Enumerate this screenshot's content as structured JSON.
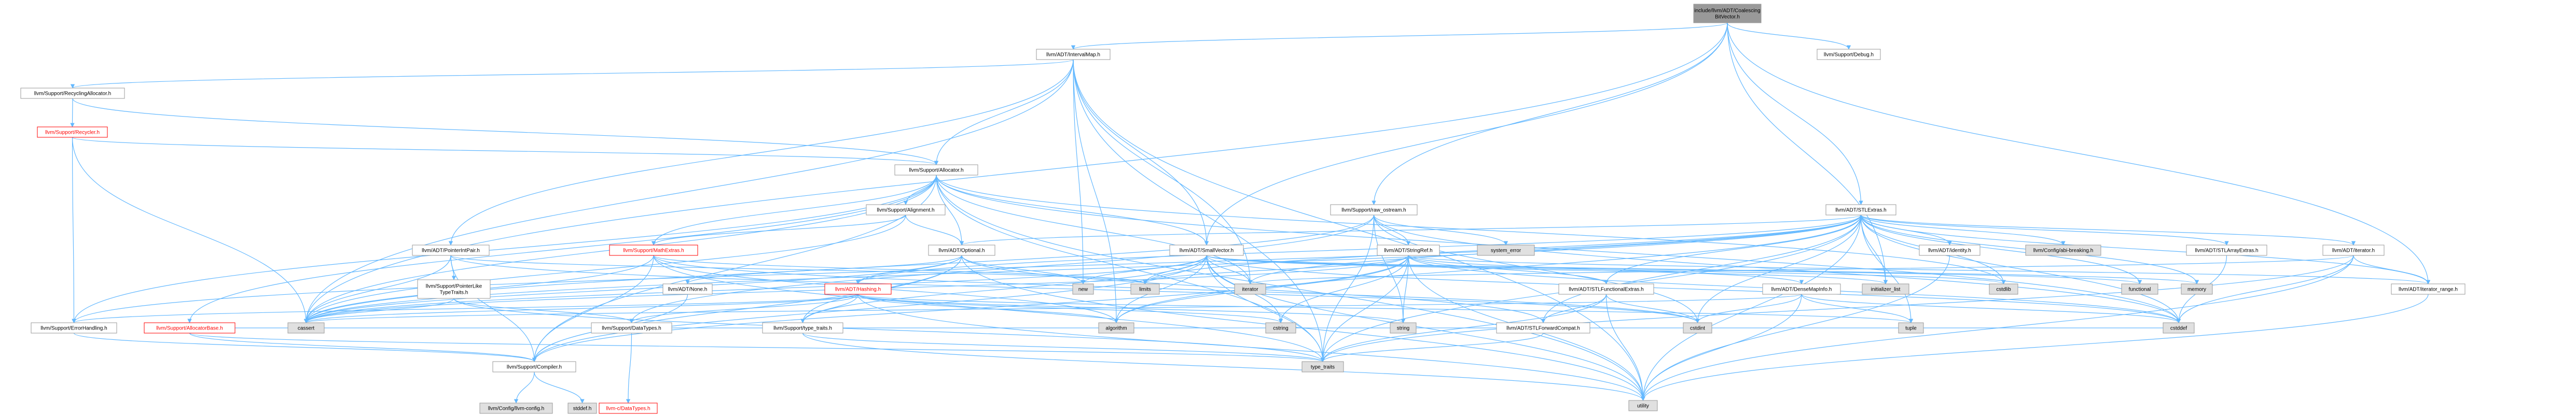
{
  "colors": {
    "edge": "#63b8ff",
    "node_border_default": "#999999",
    "node_border_red": "#ff0000",
    "node_fill_default": "#ffffff",
    "node_fill_system": "#e0e0e0",
    "node_fill_root": "#999999",
    "text": "#000000",
    "text_red": "#ff0000"
  },
  "nodes": [
    {
      "id": "root",
      "label": "include/llvm/ADT/Coalescing BitVector.h",
      "kind": "root"
    },
    {
      "id": "intervalmap",
      "label": "llvm/ADT/IntervalMap.h"
    },
    {
      "id": "debug",
      "label": "llvm/Support/Debug.h"
    },
    {
      "id": "recyclingalloc",
      "label": "llvm/Support/RecyclingAllocator.h"
    },
    {
      "id": "recycler",
      "label": "llvm/Support/Recycler.h",
      "kind": "red"
    },
    {
      "id": "allocator",
      "label": "llvm/Support/Allocator.h"
    },
    {
      "id": "rawostream",
      "label": "llvm/Support/raw_ostream.h"
    },
    {
      "id": "stlextras",
      "label": "llvm/ADT/STLExtras.h"
    },
    {
      "id": "alignment",
      "label": "llvm/Support/Alignment.h"
    },
    {
      "id": "pointerintpair",
      "label": "llvm/ADT/PointerIntPair.h"
    },
    {
      "id": "mathextras",
      "label": "llvm/Support/MathExtras.h",
      "kind": "red"
    },
    {
      "id": "optional",
      "label": "llvm/ADT/Optional.h"
    },
    {
      "id": "smallvector",
      "label": "llvm/ADT/SmallVector.h"
    },
    {
      "id": "stringref",
      "label": "llvm/ADT/StringRef.h"
    },
    {
      "id": "system_error",
      "label": "system_error",
      "kind": "system"
    },
    {
      "id": "identity",
      "label": "llvm/ADT/identity.h"
    },
    {
      "id": "abibreaking",
      "label": "llvm/Config/abi-breaking.h",
      "kind": "system"
    },
    {
      "id": "stlarrayextras",
      "label": "llvm/ADT/STLArrayExtras.h"
    },
    {
      "id": "adtiterator",
      "label": "llvm/ADT/iterator.h"
    },
    {
      "id": "pointerliketypetraits",
      "label": "llvm/Support/PointerLike TypeTraits.h"
    },
    {
      "id": "none",
      "label": "llvm/ADT/None.h"
    },
    {
      "id": "hashing",
      "label": "llvm/ADT/Hashing.h",
      "kind": "red"
    },
    {
      "id": "stlfunctionalextras",
      "label": "llvm/ADT/STLFunctionalExtras.h"
    },
    {
      "id": "densemapinfo",
      "label": "llvm/ADT/DenseMapInfo.h"
    },
    {
      "id": "errorhandling",
      "label": "llvm/Support/ErrorHandling.h"
    },
    {
      "id": "allocatorbase",
      "label": "llvm/Support/AllocatorBase.h",
      "kind": "red"
    },
    {
      "id": "cassert",
      "label": "cassert",
      "kind": "system"
    },
    {
      "id": "datatypes",
      "label": "llvm/Support/DataTypes.h"
    },
    {
      "id": "typetraitsllvm",
      "label": "llvm/Support/type_traits.h"
    },
    {
      "id": "stlforwardcompat",
      "label": "llvm/ADT/STLForwardCompat.h"
    },
    {
      "id": "compiler",
      "label": "llvm/Support/Compiler.h"
    },
    {
      "id": "cdatatypes",
      "label": "llvm-c/DataTypes.h",
      "kind": "red"
    },
    {
      "id": "llvmconfig",
      "label": "llvm/Config/llvm-config.h",
      "kind": "system"
    },
    {
      "id": "stddef",
      "label": "stddef.h",
      "kind": "system"
    },
    {
      "id": "new",
      "label": "new",
      "kind": "system"
    },
    {
      "id": "limits",
      "label": "limits",
      "kind": "system"
    },
    {
      "id": "iterator",
      "label": "iterator",
      "kind": "system"
    },
    {
      "id": "initializer_list",
      "label": "initializer_list",
      "kind": "system"
    },
    {
      "id": "cstdlib",
      "label": "cstdlib",
      "kind": "system"
    },
    {
      "id": "functional",
      "label": "functional",
      "kind": "system"
    },
    {
      "id": "memory",
      "label": "memory",
      "kind": "system"
    },
    {
      "id": "iterator_range",
      "label": "llvm/ADT/iterator_range.h"
    },
    {
      "id": "algorithm",
      "label": "algorithm",
      "kind": "system"
    },
    {
      "id": "cstring",
      "label": "cstring",
      "kind": "system"
    },
    {
      "id": "string",
      "label": "string",
      "kind": "system"
    },
    {
      "id": "cstdint",
      "label": "cstdint",
      "kind": "system"
    },
    {
      "id": "tuple",
      "label": "tuple",
      "kind": "system"
    },
    {
      "id": "cstddef",
      "label": "cstddef",
      "kind": "system"
    },
    {
      "id": "type_traits",
      "label": "type_traits",
      "kind": "system"
    },
    {
      "id": "utility",
      "label": "utility",
      "kind": "system"
    }
  ]
}
